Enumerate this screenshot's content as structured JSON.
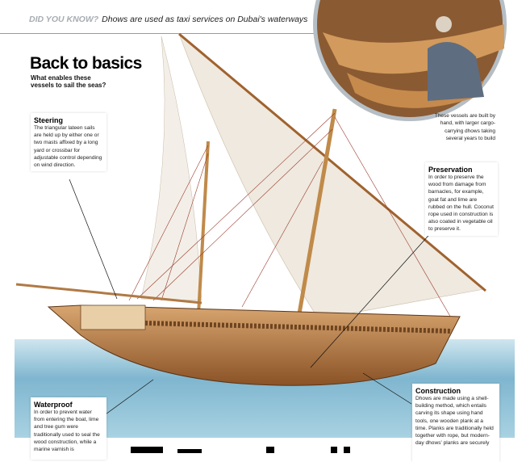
{
  "header": {
    "kicker": "DID YOU KNOW?",
    "fact": "Dhows are used as taxi services on Dubai's waterways"
  },
  "title": "Back to basics",
  "subtitle": "What enables these vessels to sail the seas?",
  "photo_caption": "These vessels are built by hand, with larger cargo-carrying dhows taking several years to build",
  "callouts": {
    "steering": {
      "title": "Steering",
      "text": "The triangular lateen sails are held up by either one or two masts affixed by a long yard or crossbar for adjustable control depending on wind direction."
    },
    "preservation": {
      "title": "Preservation",
      "text": "In order to preserve the wood from damage from barnacles, for example, goat fat and lime are rubbed on the hull. Coconut rope used in construction is also coated in vegetable oil to preserve it."
    },
    "waterproof": {
      "title": "Waterproof",
      "text": "In order to prevent water from entering the boat, lime and tree gum were traditionally used to seal the wood construction, while a marine varnish is"
    },
    "construction": {
      "title": "Construction",
      "text": "Dhows are made using a shell-building method, which entails carving its shape using hand tools, one wooden plank at a time. Planks are traditionally held together with rope, but modern-day dhows' planks are securely"
    }
  },
  "colors": {
    "sea": "#7fb6cf",
    "hull": "#b0713a",
    "sail": "#efe9df",
    "kicker": "#a8adb2"
  }
}
